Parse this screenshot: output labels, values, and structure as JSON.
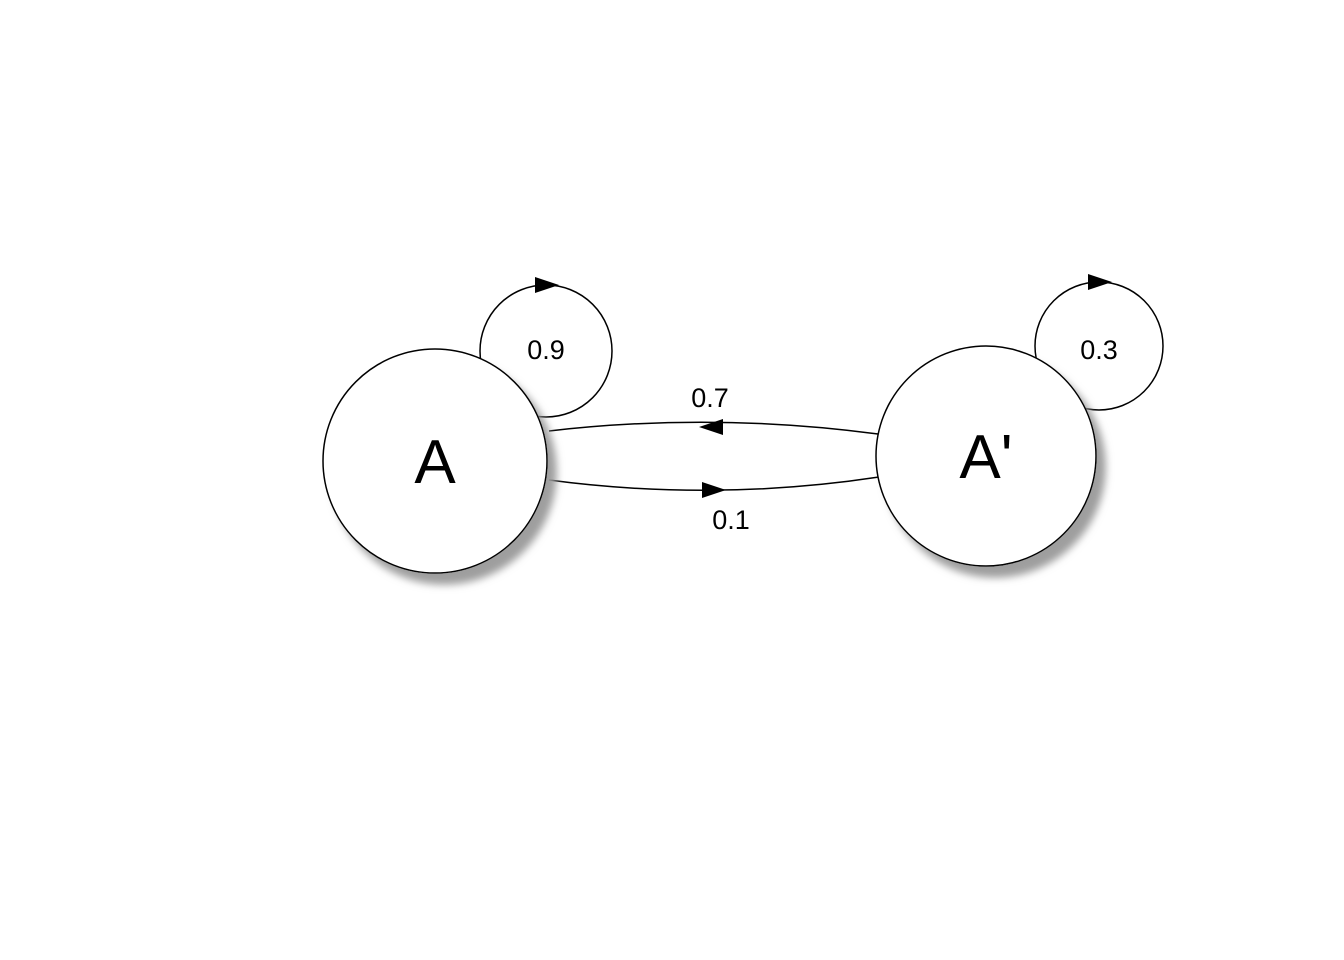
{
  "diagram": {
    "type": "markov-state-diagram",
    "background": "#ffffff",
    "stroke_color": "#000000",
    "node_fill": "#ffffff",
    "shadow_color": "#999999",
    "states": [
      {
        "id": "A",
        "label": "A"
      },
      {
        "id": "A-prime",
        "label": "A'"
      }
    ],
    "transitions": [
      {
        "from": "A",
        "to": "A",
        "type": "self-loop",
        "label": "0.9"
      },
      {
        "from": "A-prime",
        "to": "A-prime",
        "type": "self-loop",
        "label": "0.3"
      },
      {
        "from": "A-prime",
        "to": "A",
        "type": "edge",
        "label": "0.7"
      },
      {
        "from": "A",
        "to": "A-prime",
        "type": "edge",
        "label": "0.1"
      }
    ]
  }
}
